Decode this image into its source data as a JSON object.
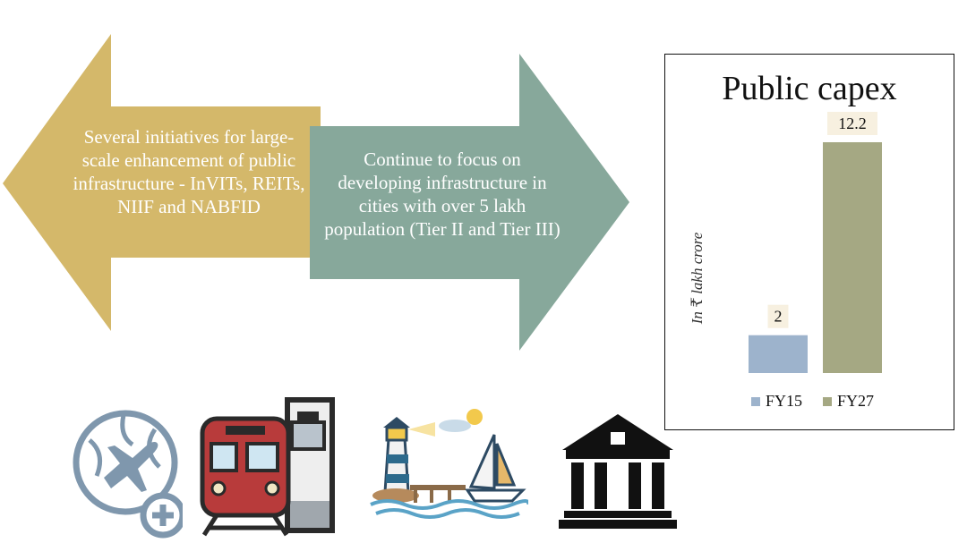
{
  "arrows": {
    "left_text": "Several initiatives for large-scale enhancement of public infrastructure - InVITs, REITs, NIIF and NABFID",
    "right_text": "Continue to focus on developing infrastructure in cities with over 5 lakh population (Tier II and Tier III)",
    "left_color": "#d4b86a",
    "right_color": "#87a89b"
  },
  "chart_data": {
    "type": "bar",
    "title": "Public capex",
    "ylabel": "In ₹ lakh crore",
    "categories": [
      "FY15",
      "FY27"
    ],
    "values": [
      2,
      12.2
    ],
    "value_labels": [
      "2",
      "12.2"
    ],
    "colors": [
      "#9db3cc",
      "#a5a883"
    ],
    "ylim": [
      0,
      12.2
    ],
    "legend": "bottom",
    "grid": false
  },
  "icons": [
    "globe-plane-plus-icon",
    "metro-train-icon",
    "lighthouse-boat-icon",
    "government-building-icon"
  ]
}
